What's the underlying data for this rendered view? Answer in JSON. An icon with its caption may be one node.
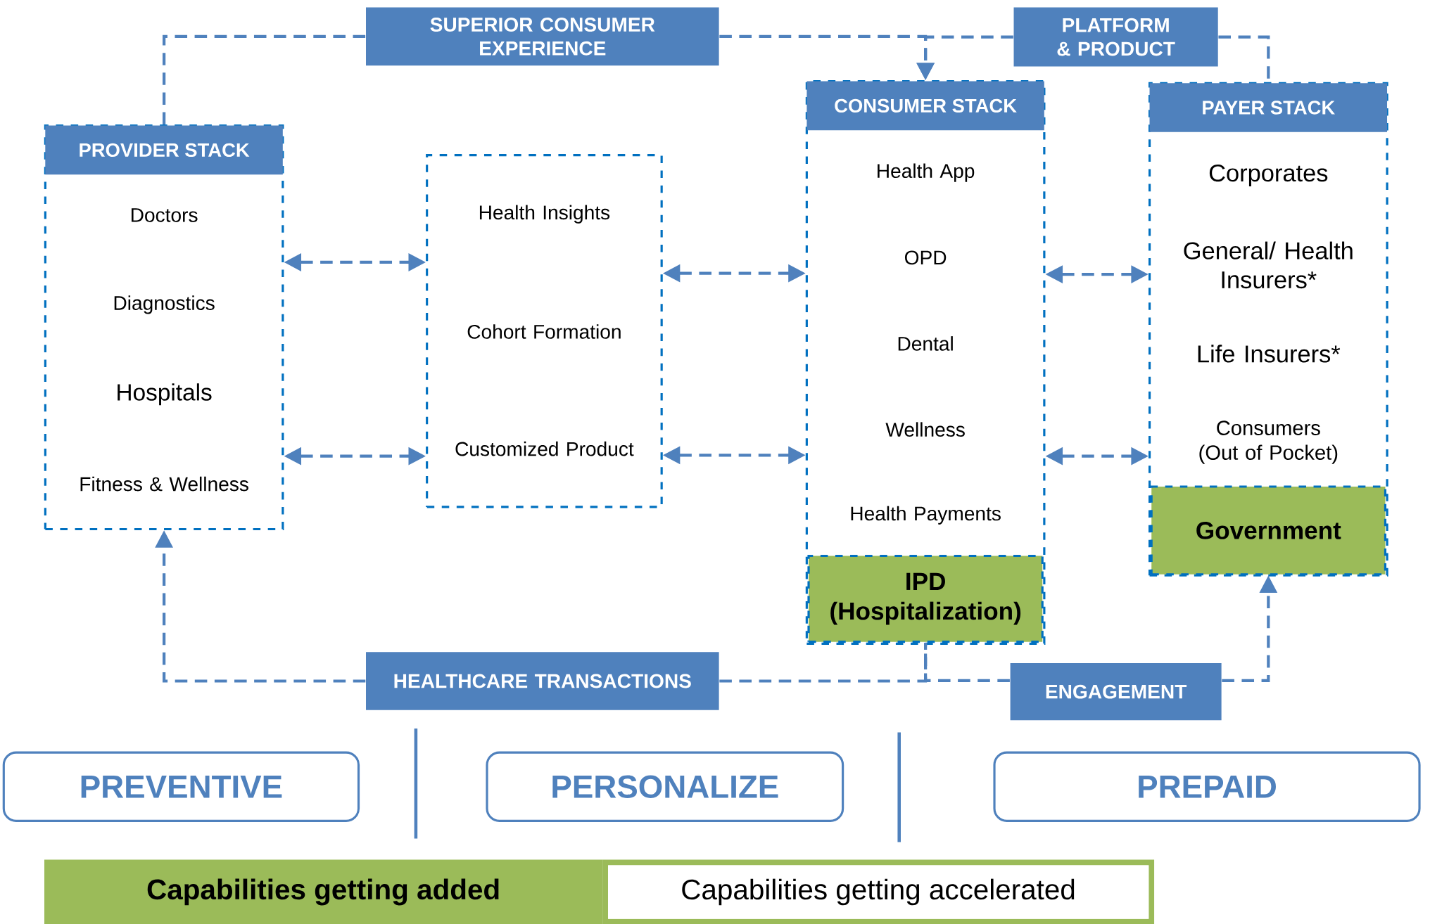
{
  "diagram": {
    "nodes": [
      {
        "text": [
          "SUPERIOR CONSUMER EXPERIENCE"
        ]
      },
      {
        "text": [
          "PLATFORM & PRODUCT"
        ]
      },
      {
        "text": [
          "PROVIDER STACK",
          "Doctors",
          "Diagnostics",
          "Hospitals",
          "Fitness & Wellness"
        ]
      },
      {
        "text": [
          "Health Insights",
          "Cohort Formation",
          "Customized Product"
        ]
      },
      {
        "text": [
          "CONSUMER STACK",
          "Health App",
          "OPD",
          "Dental",
          "Wellness",
          "Health Payments"
        ]
      },
      {
        "text": [
          "IPD (Hospitalization)"
        ],
        "in": 4
      },
      {
        "text": [
          "PAYER STACK",
          "Corporates",
          "General/ Health Insurers*",
          "Life Insurers*",
          "Consumers (Out of Pocket)"
        ]
      },
      {
        "text": [
          "Government"
        ],
        "in": 6
      },
      {
        "text": [
          "HEALTHCARE TRANSACTIONS"
        ]
      },
      {
        "text": [
          "ENGAGEMENT"
        ]
      },
      {
        "text": [
          "PREVENTIVE"
        ]
      },
      {
        "text": [
          "PERSONALIZE"
        ]
      },
      {
        "text": [
          "PREPAID"
        ]
      }
    ],
    "edges": [
      {
        "from": 2,
        "to": 0,
        "arrow": "none"
      },
      {
        "from": 0,
        "to": 4,
        "arrow": "to"
      },
      {
        "from": 1,
        "to": 4,
        "arrow": "to"
      },
      {
        "from": 1,
        "to": 6,
        "arrow": "none"
      },
      {
        "from": 2,
        "to": 3,
        "arrow": "both"
      },
      {
        "from": 2,
        "to": 3,
        "arrow": "both"
      },
      {
        "from": 3,
        "to": 4,
        "arrow": "both"
      },
      {
        "from": 3,
        "to": 4,
        "arrow": "both"
      },
      {
        "from": 4,
        "to": 6,
        "arrow": "both"
      },
      {
        "from": 4,
        "to": 6,
        "arrow": "both"
      },
      {
        "from": 8,
        "to": 2,
        "arrow": "to"
      },
      {
        "from": 8,
        "to": 5,
        "arrow": "none"
      },
      {
        "from": 9,
        "to": 5,
        "arrow": "none"
      },
      {
        "from": 9,
        "to": 7,
        "arrow": "to"
      }
    ],
    "legend": [
      {
        "text": "Capabilities getting added",
        "color": "#9bbb59"
      },
      {
        "text": "Capabilities getting accelerated",
        "color": "#ffffff"
      }
    ]
  }
}
